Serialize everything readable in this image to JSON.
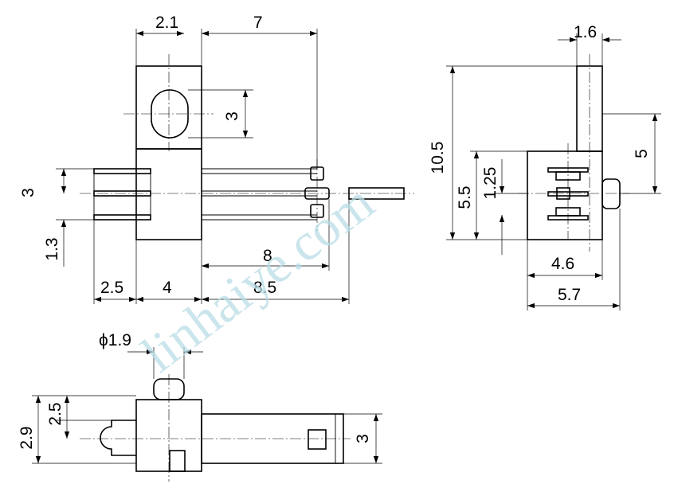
{
  "watermark": "linhaiye.com",
  "front_view": {
    "dims": {
      "top_width": "2.1",
      "top_length": "7",
      "slot_height": "3",
      "left_height": "3",
      "left_offset": "1.3",
      "bottom_left": "2.5",
      "bottom_mid": "4",
      "lead_length": "8",
      "total_length": "8.5"
    }
  },
  "side_view": {
    "dims": {
      "top_width": "1.6",
      "total_height": "10.5",
      "upper_right": "5",
      "lower_height": "5.5",
      "center_offset": "1.25",
      "body_width": "4.6",
      "total_width": "5.7"
    }
  },
  "bottom_view": {
    "dims": {
      "pin_diameter": "ϕ1.9",
      "height_outer": "2.9",
      "height_inner": "2.5",
      "right_height": "3"
    }
  }
}
